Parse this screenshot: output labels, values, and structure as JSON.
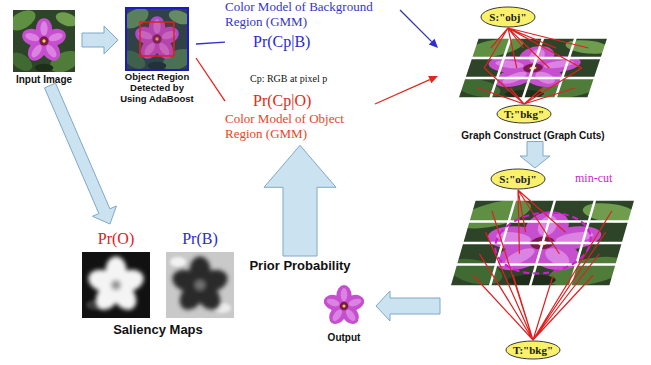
{
  "diagram": {
    "nodes": [
      {
        "text": [
          "Input Image"
        ]
      },
      {
        "text": [
          "Object Region Detected by Using AdaBoost"
        ]
      },
      {
        "text": [
          "Color Model of Background Region (GMM)",
          "Pr(Cp|B)"
        ]
      },
      {
        "text": [
          "Pr(Cp|O)",
          "Color Model of Object Region (GMM)"
        ]
      },
      {
        "text": [
          "Graph Construct (Graph Cuts)"
        ]
      },
      {
        "text": [
          "S:\"obj\""
        ],
        "in": 4
      },
      {
        "text": [
          "T:\"bkg\""
        ],
        "in": 4
      },
      {
        "text": [
          "min-cut"
        ]
      },
      {
        "text": [
          "S:\"obj\""
        ],
        "in": 7
      },
      {
        "text": [
          "T:\"bkg\""
        ],
        "in": 7
      },
      {
        "text": [
          "Output"
        ]
      },
      {
        "text": [
          "Pr(O)"
        ]
      },
      {
        "text": [
          "Pr(B)"
        ]
      }
    ],
    "edges": [
      {
        "from": 0,
        "to": 1,
        "arrow": "to"
      },
      {
        "from": 0,
        "to": 11,
        "arrow": "to"
      },
      {
        "from": 1,
        "to": 2,
        "arrow": "none"
      },
      {
        "from": 1,
        "to": 3,
        "arrow": "none"
      },
      {
        "from": 2,
        "to": 4,
        "arrow": "to"
      },
      {
        "from": 3,
        "to": 4,
        "arrow": "to"
      },
      {
        "from": 12,
        "to": 3,
        "label": "Prior Probability",
        "arrow": "to"
      },
      {
        "from": 4,
        "to": 7,
        "arrow": "to"
      },
      {
        "from": 7,
        "to": 10,
        "arrow": "to"
      }
    ],
    "labels": [
      "Cp: RGB at pixel p",
      "Saliency Maps"
    ]
  }
}
